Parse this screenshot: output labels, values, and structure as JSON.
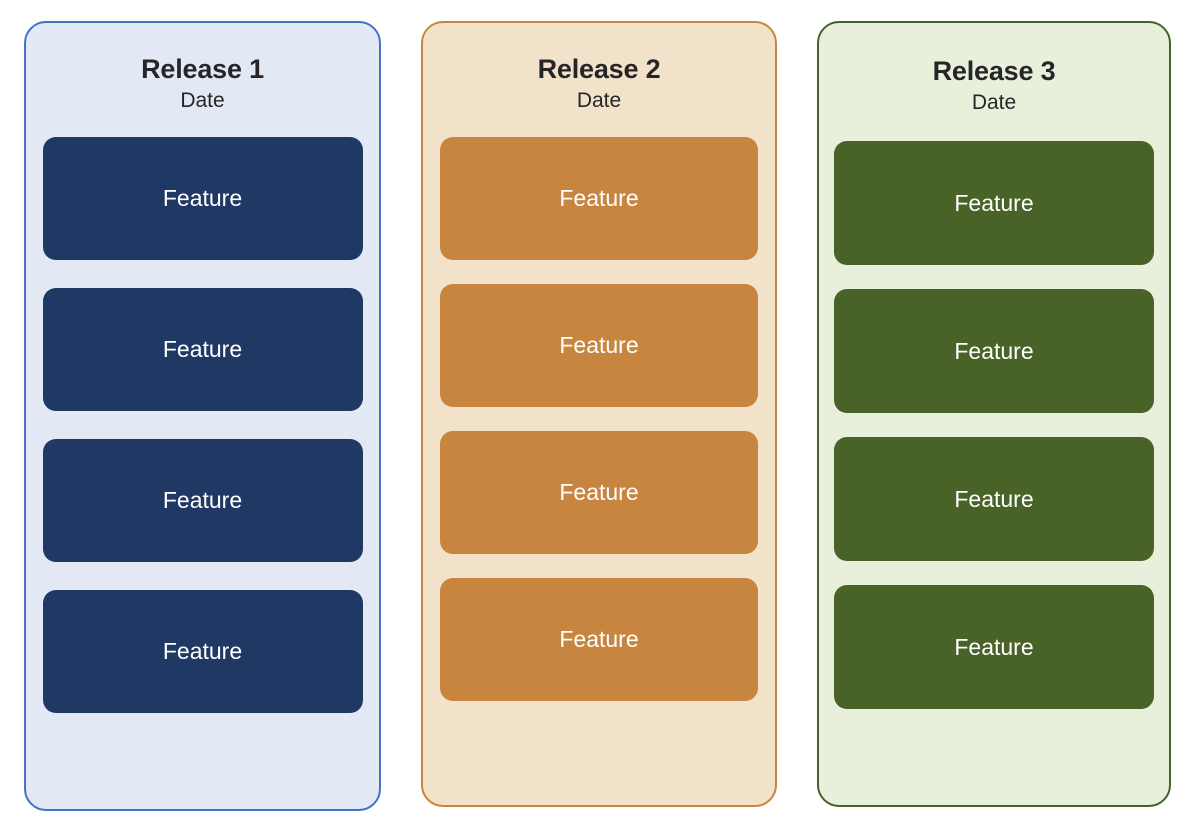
{
  "diagram": {
    "type": "release-roadmap",
    "background_color": "#FFFFFF",
    "columns": [
      {
        "id": "release-1",
        "title": "Release 1",
        "date": "Date",
        "border_color": "#4472C4",
        "background_color": "#E2E9F5",
        "feature_color": "#1F3864",
        "feature_text_color": "#FFFFFF",
        "features": [
          {
            "label": "Feature"
          },
          {
            "label": "Feature"
          },
          {
            "label": "Feature"
          },
          {
            "label": "Feature"
          }
        ]
      },
      {
        "id": "release-2",
        "title": "Release 2",
        "date": "Date",
        "border_color": "#C8853F",
        "background_color": "#F2E2CA",
        "feature_color": "#C8853F",
        "feature_text_color": "#FFFFFF",
        "features": [
          {
            "label": "Feature"
          },
          {
            "label": "Feature"
          },
          {
            "label": "Feature"
          },
          {
            "label": "Feature"
          }
        ]
      },
      {
        "id": "release-3",
        "title": "Release 3",
        "date": "Date",
        "border_color": "#456327",
        "background_color": "#E8F0DC",
        "feature_color": "#496227",
        "feature_text_color": "#FFFFFF",
        "features": [
          {
            "label": "Feature"
          },
          {
            "label": "Feature"
          },
          {
            "label": "Feature"
          },
          {
            "label": "Feature"
          }
        ]
      }
    ]
  }
}
